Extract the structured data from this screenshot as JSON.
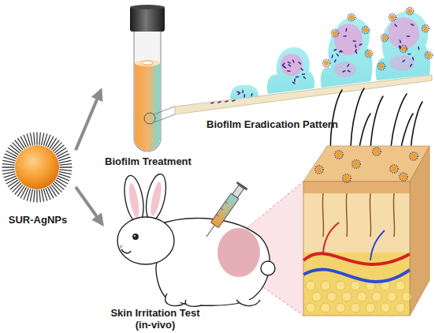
{
  "diagram": {
    "nodes": [
      {
        "text": [
          "SUR-AgNPs"
        ]
      },
      {
        "text": [
          "Biofilm Treatment"
        ]
      },
      {
        "text": [
          "Skin Irritation Test (in-vivo)"
        ]
      }
    ],
    "edges": [
      {
        "from": 0,
        "to": 1,
        "arrow": "to"
      },
      {
        "from": 0,
        "to": 2,
        "arrow": "to"
      }
    ],
    "labels": [
      "Biofilm Eradication Pattern"
    ]
  }
}
